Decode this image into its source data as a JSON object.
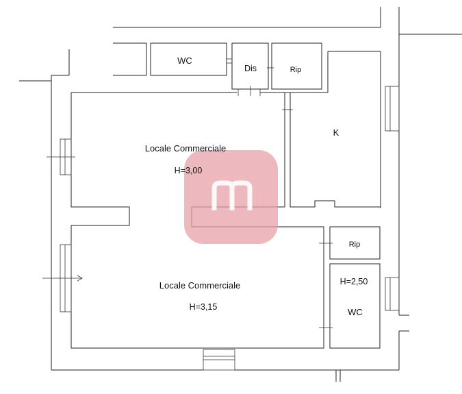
{
  "rooms": {
    "wc_top": "WC",
    "dis": "Dis",
    "rip_top": "Rip",
    "k": "K",
    "locale_upper_name": "Locale Commerciale",
    "locale_upper_height": "H=3,00",
    "locale_lower_name": "Locale Commerciale",
    "locale_lower_height": "H=3,15",
    "rip_right": "Rip",
    "wc_right_height": "H=2,50",
    "wc_right": "WC"
  },
  "watermark": {
    "color": "#e8a2a8",
    "glyph_color": "#ffffff"
  }
}
